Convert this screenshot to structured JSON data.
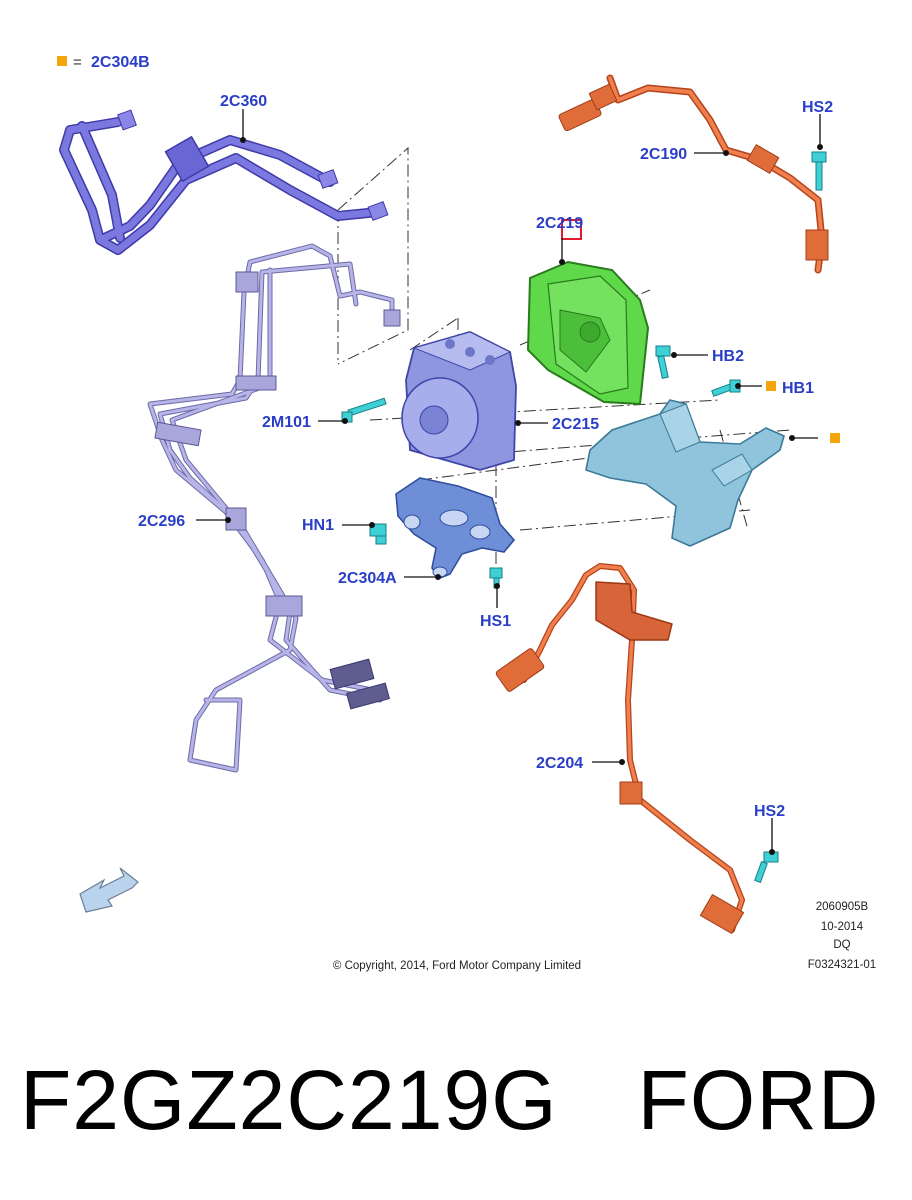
{
  "legend": {
    "symbol_color": "#f5a40a",
    "equals": "=",
    "label": "2C304B"
  },
  "callouts": {
    "c2C360": "2C360",
    "c2C190": "2C190",
    "cHS2_top": "HS2",
    "c2C219": "2C219",
    "cHB2": "HB2",
    "cHB1": "HB1",
    "c2M101": "2M101",
    "c2C215": "2C215",
    "c2C296": "2C296",
    "cHN1": "HN1",
    "c2C304A": "2C304A",
    "cHS1": "HS1",
    "c2C204": "2C204",
    "cHS2_bottom": "HS2"
  },
  "info_block": [
    "2060905B",
    "10-2014",
    "DQ",
    "F0324321-01"
  ],
  "copyright": "© Copyright, 2014, Ford Motor Company Limited",
  "caption": {
    "part_number": "F2GZ2C219G",
    "brand": "FORD"
  },
  "colors": {
    "callout_text": "#2b3ec8",
    "brake_lines_purple": "#6a66d6",
    "brake_lines_lavender": "#a9a6dc",
    "sensor_orange": "#e0703e",
    "module_green": "#5fd84a",
    "bracket_blue": "#8fc4dc",
    "pump_blue": "#8e96e0",
    "fastener_cyan": "#3fd0d6",
    "highlight_red": "#e0001a",
    "legend_orange": "#f5a40a"
  },
  "icons": [
    "orientation-arrow-icon",
    "legend-square-icon"
  ]
}
